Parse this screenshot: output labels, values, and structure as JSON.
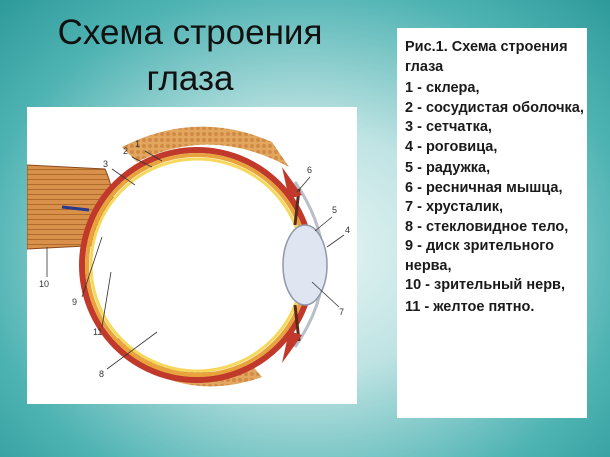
{
  "slide": {
    "title": "Схема строения глаза"
  },
  "caption": {
    "title": "Рис.1.  Схема строения глаза",
    "items": [
      " 1 - склера,",
      " 2 - сосудистая оболочка,",
      " 3 - сетчатка,",
      " 4 - роговица,",
      " 5 - радужка,",
      " 6 - ресничная мышца,",
      " 7 - хрусталик,",
      " 8 - стекловидное тело,",
      " 9 - диск зрительного нерва,",
      "10 - зрительный нерв,",
      "11 - желтое пятно."
    ]
  },
  "figure": {
    "labels": [
      "1",
      "2",
      "3",
      "4",
      "5",
      "6",
      "7",
      "8",
      "9",
      "10",
      "11"
    ]
  },
  "colors": {
    "sclera_outer": "#c0392b",
    "choroid": "#e8a33d",
    "retina": "#f5d85c",
    "fat": "#d8944c",
    "lens": "#dfe6f2",
    "background_teal": "#3aa6a6"
  }
}
